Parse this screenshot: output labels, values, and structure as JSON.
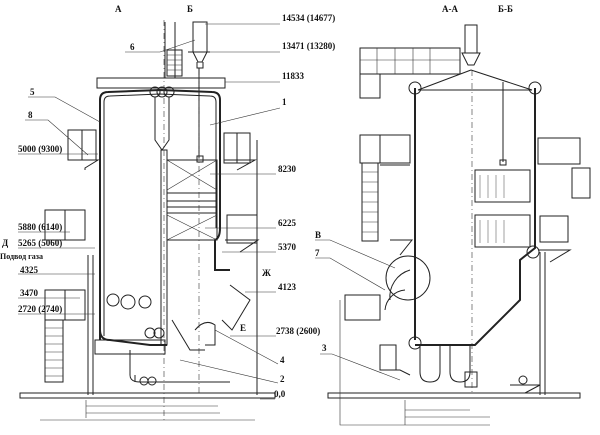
{
  "title": "Boiler assembly drawing",
  "left_view": {
    "section_marks": [
      "А",
      "Б"
    ],
    "elevations": {
      "e14534": "14534 (14677)",
      "e13471": "13471 (13280)",
      "e11833": "11833",
      "e9300": "5000 (9300)",
      "e8230": "8230",
      "e6225": "6225",
      "e5880": "5880 (6140)",
      "e5370": "5370",
      "e5265": "5265 (5060)",
      "e4325": "4325",
      "e4123": "4123",
      "e3470": "3470",
      "e2720": "2720 (2740)",
      "e2738": "2738 (2600)",
      "e0": "0,0"
    },
    "callouts": {
      "c1": "1",
      "c2": "2",
      "c4": "4",
      "c5": "5",
      "c6": "6",
      "c8": "8"
    },
    "gas_mark": "Д",
    "gas_inlet": "Подвод газа",
    "mark_zh": "Ж",
    "mark_e": "Е"
  },
  "right_view": {
    "section_aa": "А-А",
    "section_bb": "Б-Б",
    "callouts": {
      "cV": "В",
      "c7": "7",
      "c3": "3"
    }
  }
}
